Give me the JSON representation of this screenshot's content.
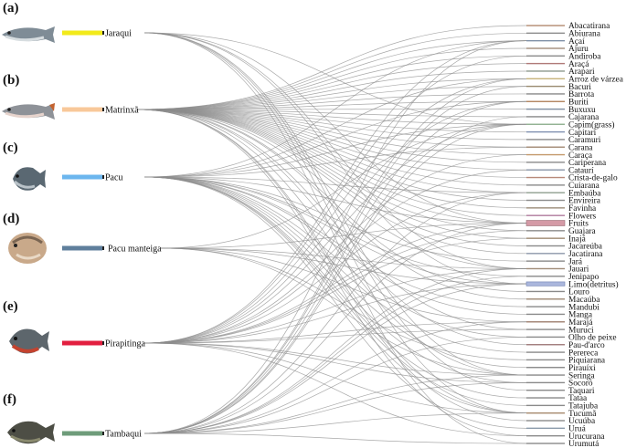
{
  "panel_tags": [
    "(a)",
    "(b)",
    "(c)",
    "(d)",
    "(e)",
    "(f)"
  ],
  "fish": [
    {
      "name": "Jaraqui",
      "color": "#f2ea1a",
      "icon": "jaraqui-fish-icon"
    },
    {
      "name": "Matrinxã",
      "color": "#f8c89a",
      "icon": "matrinxa-fish-icon"
    },
    {
      "name": "Pacu",
      "color": "#6cb6ee",
      "icon": "pacu-fish-icon"
    },
    {
      "name": "Pacu manteiga",
      "color": "#5f7f9c",
      "icon": "pacu-manteiga-fish-icon"
    },
    {
      "name": "Pirapitinga",
      "color": "#e21f3f",
      "icon": "pirapitinga-fish-icon"
    },
    {
      "name": "Tambaqui",
      "color": "#6e9c7a",
      "icon": "tambaqui-fish-icon"
    }
  ],
  "foods": [
    {
      "name": "Abacatirana",
      "color": "#b48a6e"
    },
    {
      "name": "Abiurana",
      "color": "#8c8c8c"
    },
    {
      "name": "Açaí",
      "color": "#7f8fa6"
    },
    {
      "name": "Ajuru",
      "color": "#a38b7a"
    },
    {
      "name": "Andiroba",
      "color": "#8a8a8a"
    },
    {
      "name": "Araçá",
      "color": "#b07a78"
    },
    {
      "name": "Arapari",
      "color": "#8d9a8d"
    },
    {
      "name": "Arroz de várzea",
      "color": "#c7b47a"
    },
    {
      "name": "Bacuri",
      "color": "#9a8a70"
    },
    {
      "name": "Barrota",
      "color": "#8a8a8a"
    },
    {
      "name": "Buriti",
      "color": "#b3855f"
    },
    {
      "name": "Buxuxu",
      "color": "#7f8da0"
    },
    {
      "name": "Cajarana",
      "color": "#8a8a8a"
    },
    {
      "name": "Capim(grass)",
      "color": "#8fb08f"
    },
    {
      "name": "Capitari",
      "color": "#7f8fb0"
    },
    {
      "name": "Caramuri",
      "color": "#8a8a8a"
    },
    {
      "name": "Carana",
      "color": "#a28a74"
    },
    {
      "name": "Caraça",
      "color": "#c49a6c"
    },
    {
      "name": "Cariperana",
      "color": "#8a8a8a"
    },
    {
      "name": "Cataurí",
      "color": "#8a95a8"
    },
    {
      "name": "Crista-de-galo",
      "color": "#b88a7a"
    },
    {
      "name": "Cuiarana",
      "color": "#8a8a8a"
    },
    {
      "name": "Embaúba",
      "color": "#90a090"
    },
    {
      "name": "Envireira",
      "color": "#8a8a8a"
    },
    {
      "name": "Favinha",
      "color": "#9c8c7a"
    },
    {
      "name": "Flowers",
      "color": "#b07a9c"
    },
    {
      "name": "Fruits",
      "color": "#d49aa6"
    },
    {
      "name": "Guajara",
      "color": "#8a8a8a"
    },
    {
      "name": "Inajá",
      "color": "#a08a72"
    },
    {
      "name": "Jacareúba",
      "color": "#8a8a8a"
    },
    {
      "name": "Jacatirana",
      "color": "#8d98aa"
    },
    {
      "name": "Jará",
      "color": "#8a8a8a"
    },
    {
      "name": "Jauari",
      "color": "#a08c78"
    },
    {
      "name": "Jenipapo",
      "color": "#8a8a8a"
    },
    {
      "name": "Limo(detritus)",
      "color": "#aab6dc"
    },
    {
      "name": "Louro",
      "color": "#8a8a8a"
    },
    {
      "name": "Macaúba",
      "color": "#9f8a76"
    },
    {
      "name": "Mandubi",
      "color": "#8a8a8a"
    },
    {
      "name": "Manga",
      "color": "#8a8a8a"
    },
    {
      "name": "Marajá",
      "color": "#a08070"
    },
    {
      "name": "Muruci",
      "color": "#8a8a8a"
    },
    {
      "name": "Olho de peixe",
      "color": "#8a8a8a"
    },
    {
      "name": "Pau-d'arco",
      "color": "#a07a7a"
    },
    {
      "name": "Perereca",
      "color": "#8a8a8a"
    },
    {
      "name": "Piquiarana",
      "color": "#8a8a8a"
    },
    {
      "name": "Pirauíxi",
      "color": "#8a8a8a"
    },
    {
      "name": "Seringa",
      "color": "#8a8a8a"
    },
    {
      "name": "Socoró",
      "color": "#8a8a8a"
    },
    {
      "name": "Taquari",
      "color": "#8a8a8a"
    },
    {
      "name": "Tataa",
      "color": "#8a8a8a"
    },
    {
      "name": "Tatajuba",
      "color": "#8a8a8a"
    },
    {
      "name": "Tucumã",
      "color": "#a88a6e"
    },
    {
      "name": "Ucuúba",
      "color": "#8a8a8a"
    },
    {
      "name": "Uruá",
      "color": "#8a9aaa"
    },
    {
      "name": "Urucurana",
      "color": "#8a8a8a"
    },
    {
      "name": "Urumutá",
      "color": "#8a8a8a"
    }
  ],
  "links": [
    [
      "Jaraqui",
      "Fruits"
    ],
    [
      "Jaraqui",
      "Limo(detritus)"
    ],
    [
      "Jaraqui",
      "Capim(grass)"
    ],
    [
      "Jaraqui",
      "Seringa"
    ],
    [
      "Jaraqui",
      "Taquari"
    ],
    [
      "Jaraqui",
      "Tucumã"
    ],
    [
      "Jaraqui",
      "Jauari"
    ],
    [
      "Jaraqui",
      "Urumutá"
    ],
    [
      "Matrinxã",
      "Abacatirana"
    ],
    [
      "Matrinxã",
      "Abiurana"
    ],
    [
      "Matrinxã",
      "Açaí"
    ],
    [
      "Matrinxã",
      "Ajuru"
    ],
    [
      "Matrinxã",
      "Andiroba"
    ],
    [
      "Matrinxã",
      "Araçá"
    ],
    [
      "Matrinxã",
      "Arapari"
    ],
    [
      "Matrinxã",
      "Arroz de várzea"
    ],
    [
      "Matrinxã",
      "Bacuri"
    ],
    [
      "Matrinxã",
      "Barrota"
    ],
    [
      "Matrinxã",
      "Buriti"
    ],
    [
      "Matrinxã",
      "Buxuxu"
    ],
    [
      "Matrinxã",
      "Cajarana"
    ],
    [
      "Matrinxã",
      "Capim(grass)"
    ],
    [
      "Matrinxã",
      "Capitari"
    ],
    [
      "Matrinxã",
      "Caramuri"
    ],
    [
      "Matrinxã",
      "Carana"
    ],
    [
      "Matrinxã",
      "Caraça"
    ],
    [
      "Matrinxã",
      "Cariperana"
    ],
    [
      "Matrinxã",
      "Cataurí"
    ],
    [
      "Matrinxã",
      "Crista-de-galo"
    ],
    [
      "Matrinxã",
      "Cuiarana"
    ],
    [
      "Matrinxã",
      "Embaúba"
    ],
    [
      "Matrinxã",
      "Envireira"
    ],
    [
      "Matrinxã",
      "Favinha"
    ],
    [
      "Matrinxã",
      "Flowers"
    ],
    [
      "Matrinxã",
      "Fruits"
    ],
    [
      "Matrinxã",
      "Guajara"
    ],
    [
      "Matrinxã",
      "Inajá"
    ],
    [
      "Matrinxã",
      "Jacareúba"
    ],
    [
      "Matrinxã",
      "Jacatirana"
    ],
    [
      "Matrinxã",
      "Jauari"
    ],
    [
      "Matrinxã",
      "Louro"
    ],
    [
      "Matrinxã",
      "Macaúba"
    ],
    [
      "Matrinxã",
      "Muruci"
    ],
    [
      "Matrinxã",
      "Pau-d'arco"
    ],
    [
      "Matrinxã",
      "Seringa"
    ],
    [
      "Matrinxã",
      "Tucumã"
    ],
    [
      "Matrinxã",
      "Ucuúba"
    ],
    [
      "Matrinxã",
      "Urucurana"
    ],
    [
      "Pacu",
      "Açaí"
    ],
    [
      "Pacu",
      "Arroz de várzea"
    ],
    [
      "Pacu",
      "Buriti"
    ],
    [
      "Pacu",
      "Capim(grass)"
    ],
    [
      "Pacu",
      "Carana"
    ],
    [
      "Pacu",
      "Embaúba"
    ],
    [
      "Pacu",
      "Fruits"
    ],
    [
      "Pacu",
      "Jará"
    ],
    [
      "Pacu",
      "Jenipapo"
    ],
    [
      "Pacu",
      "Limo(detritus)"
    ],
    [
      "Pacu",
      "Manga"
    ],
    [
      "Pacu",
      "Mandubi"
    ],
    [
      "Pacu",
      "Olho de peixe"
    ],
    [
      "Pacu",
      "Perereca"
    ],
    [
      "Pacu",
      "Pirauíxi"
    ],
    [
      "Pacu",
      "Socoró"
    ],
    [
      "Pacu",
      "Tataa"
    ],
    [
      "Pacu",
      "Tatajuba"
    ],
    [
      "Pacu",
      "Tucumã"
    ],
    [
      "Pacu",
      "Uruá"
    ],
    [
      "Pacu manteiga",
      "Fruits"
    ],
    [
      "Pacu manteiga",
      "Capim(grass)"
    ],
    [
      "Pacu manteiga",
      "Limo(detritus)"
    ],
    [
      "Pacu manteiga",
      "Seringa"
    ],
    [
      "Pacu manteiga",
      "Jauari"
    ],
    [
      "Pacu manteiga",
      "Piquiarana"
    ],
    [
      "Pacu manteiga",
      "Marajá"
    ],
    [
      "Pirapitinga",
      "Açaí"
    ],
    [
      "Pirapitinga",
      "Andiroba"
    ],
    [
      "Pirapitinga",
      "Arroz de várzea"
    ],
    [
      "Pirapitinga",
      "Buriti"
    ],
    [
      "Pirapitinga",
      "Capim(grass)"
    ],
    [
      "Pirapitinga",
      "Caraça"
    ],
    [
      "Pirapitinga",
      "Cataurí"
    ],
    [
      "Pirapitinga",
      "Embaúba"
    ],
    [
      "Pirapitinga",
      "Fruits"
    ],
    [
      "Pirapitinga",
      "Guajara"
    ],
    [
      "Pirapitinga",
      "Inajá"
    ],
    [
      "Pirapitinga",
      "Jauari"
    ],
    [
      "Pirapitinga",
      "Limo(detritus)"
    ],
    [
      "Pirapitinga",
      "Marajá"
    ],
    [
      "Pirapitinga",
      "Muruci"
    ],
    [
      "Pirapitinga",
      "Seringa"
    ],
    [
      "Pirapitinga",
      "Socoró"
    ],
    [
      "Pirapitinga",
      "Tucumã"
    ],
    [
      "Pirapitinga",
      "Urucurana"
    ],
    [
      "Tambaqui",
      "Açaí"
    ],
    [
      "Tambaqui",
      "Arroz de várzea"
    ],
    [
      "Tambaqui",
      "Bacuri"
    ],
    [
      "Tambaqui",
      "Buriti"
    ],
    [
      "Tambaqui",
      "Capim(grass)"
    ],
    [
      "Tambaqui",
      "Cajarana"
    ],
    [
      "Tambaqui",
      "Embaúba"
    ],
    [
      "Tambaqui",
      "Fruits"
    ],
    [
      "Tambaqui",
      "Jauari"
    ],
    [
      "Tambaqui",
      "Jenipapo"
    ],
    [
      "Tambaqui",
      "Limo(detritus)"
    ],
    [
      "Tambaqui",
      "Marajá"
    ],
    [
      "Tambaqui",
      "Olho de peixe"
    ],
    [
      "Tambaqui",
      "Seringa"
    ],
    [
      "Tambaqui",
      "Socoró"
    ],
    [
      "Tambaqui",
      "Tucumã"
    ],
    [
      "Tambaqui",
      "Urumutá"
    ]
  ]
}
